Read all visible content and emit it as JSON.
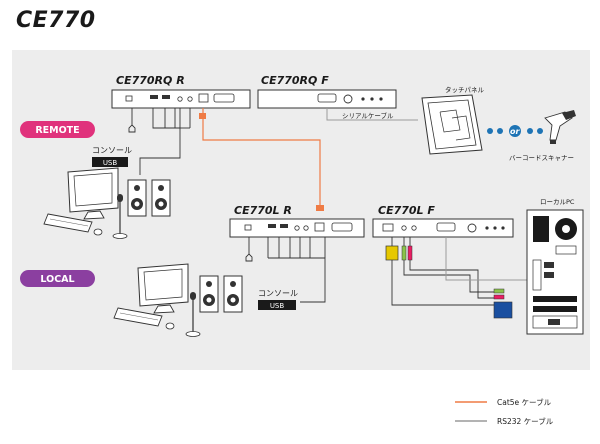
{
  "title": "CE770",
  "badges": {
    "remote": "REMOTE",
    "local": "LOCAL"
  },
  "devices": {
    "rq_r": "CE770RQ R",
    "rq_f": "CE770RQ F",
    "l_r": "CE770L R",
    "l_f": "CE770L F"
  },
  "labels": {
    "touch_panel": "タッチパネル",
    "serial_cable": "シリアルケーブル",
    "or": "or",
    "barcode_scanner": "バーコードスキャナー",
    "local_pc": "ローカルPC",
    "console_remote": "コンソール",
    "usb_remote": "USB",
    "console_local": "コンソール",
    "usb_local": "USB"
  },
  "legend": {
    "cat5e": "Cat5e ケーブル",
    "rs232": "RS232 ケーブル"
  },
  "colors": {
    "cat5e": "#ef7b45",
    "rs232": "#9a9a9a",
    "remote_badge": "#e0327c",
    "local_badge": "#8b3fa0",
    "panel_bg": "#ededed"
  }
}
